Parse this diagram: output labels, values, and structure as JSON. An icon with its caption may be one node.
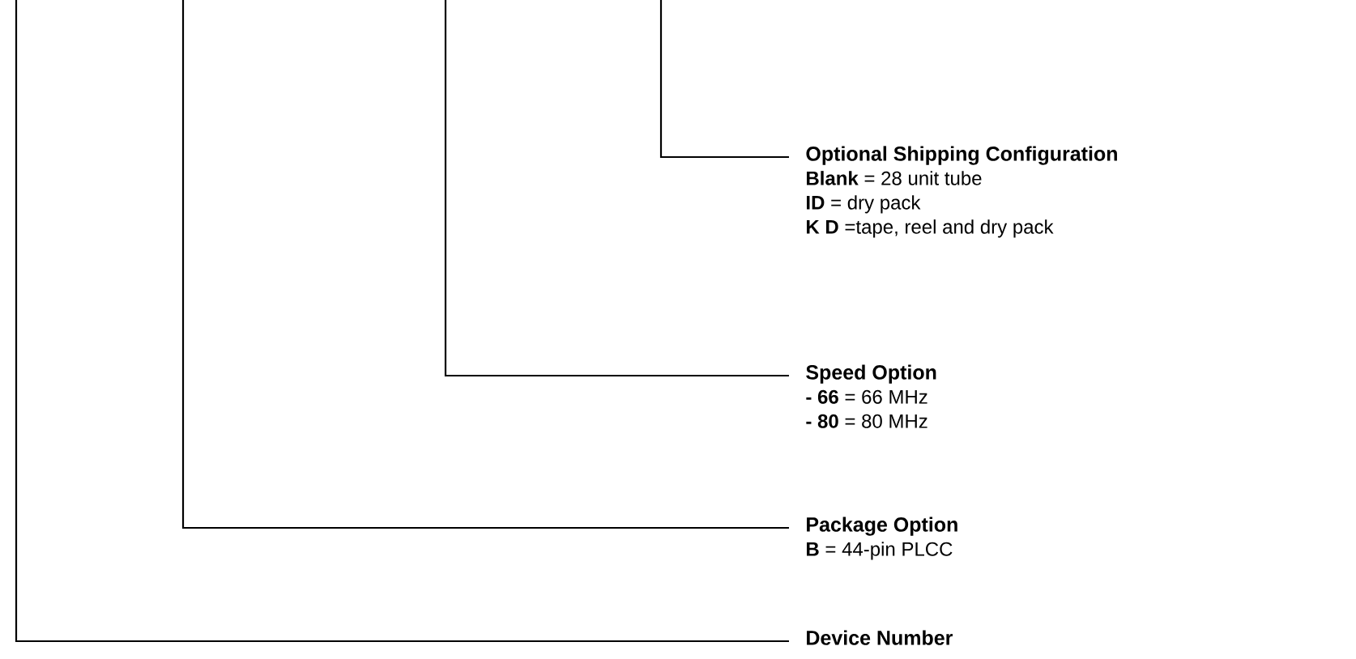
{
  "diagram": {
    "nodes": [
      {
        "text": [
          "Optional Shipping Configuration",
          "**Blank** = 28 unit tube",
          "**ID** = dry pack",
          "**K D** =tape, reel and dry pack"
        ]
      },
      {
        "text": [
          "Speed Option",
          "**- 66** = 66 MHz",
          "**- 80** = 80 MHz"
        ]
      },
      {
        "text": [
          "Package Option",
          "**B** = 44-pin PLCC"
        ]
      },
      {
        "text": [
          "Device Number"
        ]
      }
    ],
    "edges": [
      {
        "from": null,
        "to": 0,
        "arrow": "none"
      },
      {
        "from": null,
        "to": 1,
        "arrow": "none"
      },
      {
        "from": null,
        "to": 2,
        "arrow": "none"
      },
      {
        "from": null,
        "to": 3,
        "arrow": "none"
      }
    ]
  }
}
